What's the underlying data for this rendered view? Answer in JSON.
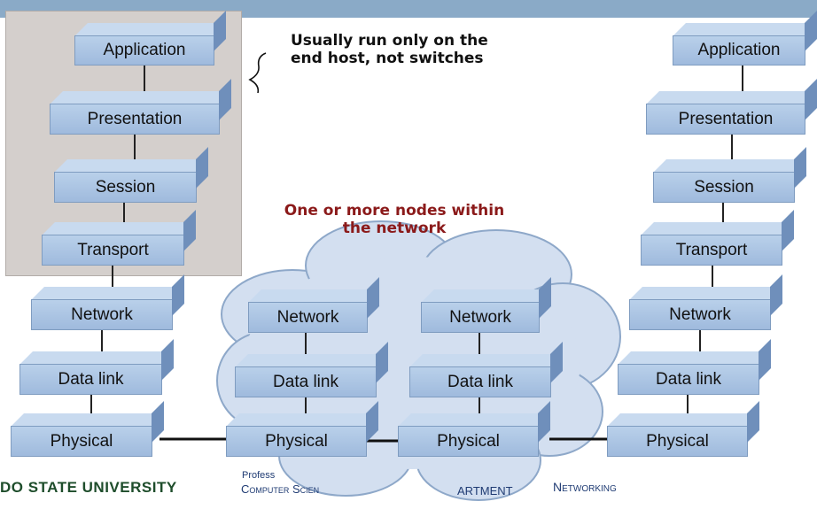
{
  "colors": {
    "top_bar": "#8aaac7",
    "gray_box": "#d4cfcc",
    "cloud": "#d3dff0",
    "box": "#a9c3e2",
    "red_note": "#8b1a1a",
    "footer_green": "#1e4d2b",
    "footer_blue": "#1f3b73"
  },
  "left_stack": {
    "application": "Application",
    "presentation": "Presentation",
    "session": "Session",
    "transport": "Transport",
    "network": "Network",
    "data_link": "Data link",
    "physical": "Physical"
  },
  "right_stack": {
    "application": "Application",
    "presentation": "Presentation",
    "session": "Session",
    "transport": "Transport",
    "network": "Network",
    "data_link": "Data link",
    "physical": "Physical"
  },
  "router1": {
    "network": "Network",
    "data_link": "Data link",
    "physical": "Physical"
  },
  "router2": {
    "network": "Network",
    "data_link": "Data link",
    "physical": "Physical"
  },
  "annotations": {
    "end_host_line1": "Usually run only on the",
    "end_host_line2": "end host, not switches",
    "nodes_line1": "One or more nodes within",
    "nodes_line2": "the network"
  },
  "footer": {
    "university": "DO STATE UNIVERSITY",
    "professor": "Profess",
    "department_left": "Computer Scien",
    "department_right": "artment",
    "course": "Networking"
  }
}
